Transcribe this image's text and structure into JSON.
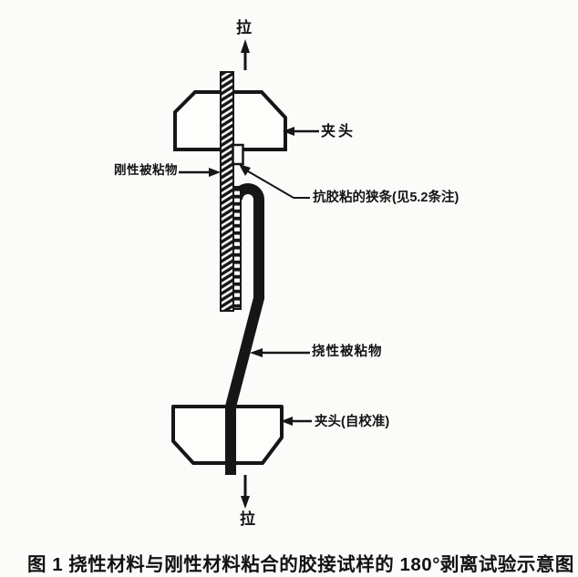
{
  "colors": {
    "ink": "#161616",
    "paper": "#fbfbf9"
  },
  "diagram": {
    "top_pull": "拉",
    "top_clamp": "夹头",
    "rigid_adherend": "刚性被粘物",
    "release_strip": "抗胶粘的狭条(见5.2条注)",
    "flexible_adherend": "挠性被粘物",
    "bottom_clamp": "夹头(自校准)",
    "bottom_pull": "拉",
    "caption": "图 1  挠性材料与刚性材料粘合的胶接试样的 180°剥离试验示意图"
  }
}
